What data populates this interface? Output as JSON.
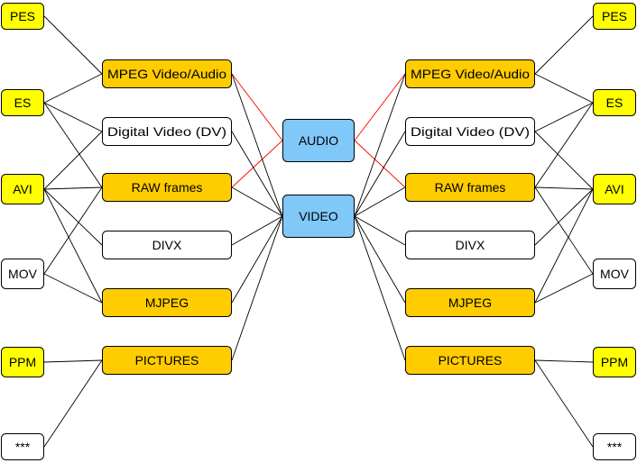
{
  "colors": {
    "format": "#ffff00",
    "codec": "#ffcc00",
    "plain": "#ffffff",
    "hub": "#80c8f8",
    "edge": "#000000",
    "audio_edge": "#ff0000"
  },
  "nodes": [
    {
      "id": "pes-left",
      "label": "PES",
      "fill": "format"
    },
    {
      "id": "es-left",
      "label": "ES",
      "fill": "format"
    },
    {
      "id": "avi-left",
      "label": "AVI",
      "fill": "format"
    },
    {
      "id": "mov-left",
      "label": "MOV",
      "fill": "plain"
    },
    {
      "id": "ppm-left",
      "label": "PPM",
      "fill": "format"
    },
    {
      "id": "more-left",
      "label": "***",
      "fill": "plain"
    },
    {
      "id": "mpeg-left",
      "label": "MPEG Video/Audio",
      "fill": "codec"
    },
    {
      "id": "dv-left",
      "label": "Digital Video (DV)",
      "fill": "plain"
    },
    {
      "id": "raw-left",
      "label": "RAW frames",
      "fill": "codec"
    },
    {
      "id": "divx-left",
      "label": "DIVX",
      "fill": "plain"
    },
    {
      "id": "mjpeg-left",
      "label": "MJPEG",
      "fill": "codec"
    },
    {
      "id": "pictures-left",
      "label": "PICTURES",
      "fill": "codec"
    },
    {
      "id": "audio",
      "label": "AUDIO",
      "fill": "hub"
    },
    {
      "id": "video",
      "label": "VIDEO",
      "fill": "hub"
    },
    {
      "id": "mpeg-right",
      "label": "MPEG Video/Audio",
      "fill": "codec"
    },
    {
      "id": "dv-right",
      "label": "Digital Video (DV)",
      "fill": "plain"
    },
    {
      "id": "raw-right",
      "label": "RAW frames",
      "fill": "codec"
    },
    {
      "id": "divx-right",
      "label": "DIVX",
      "fill": "plain"
    },
    {
      "id": "mjpeg-right",
      "label": "MJPEG",
      "fill": "codec"
    },
    {
      "id": "pictures-right",
      "label": "PICTURES",
      "fill": "codec"
    },
    {
      "id": "pes-right",
      "label": "PES",
      "fill": "format"
    },
    {
      "id": "es-right",
      "label": "ES",
      "fill": "format"
    },
    {
      "id": "avi-right",
      "label": "AVI",
      "fill": "format"
    },
    {
      "id": "mov-right",
      "label": "MOV",
      "fill": "plain"
    },
    {
      "id": "ppm-right",
      "label": "PPM",
      "fill": "format"
    },
    {
      "id": "more-right",
      "label": "***",
      "fill": "plain"
    }
  ],
  "edges": [
    {
      "from": "pes-left",
      "to": "mpeg-left"
    },
    {
      "from": "es-left",
      "to": "mpeg-left"
    },
    {
      "from": "es-left",
      "to": "dv-left"
    },
    {
      "from": "es-left",
      "to": "raw-left"
    },
    {
      "from": "avi-left",
      "to": "dv-left"
    },
    {
      "from": "avi-left",
      "to": "raw-left"
    },
    {
      "from": "avi-left",
      "to": "divx-left"
    },
    {
      "from": "avi-left",
      "to": "mjpeg-left"
    },
    {
      "from": "mov-left",
      "to": "raw-left"
    },
    {
      "from": "mov-left",
      "to": "mjpeg-left"
    },
    {
      "from": "ppm-left",
      "to": "pictures-left"
    },
    {
      "from": "more-left",
      "to": "pictures-left"
    },
    {
      "from": "mpeg-left",
      "to": "audio",
      "kind": "audio"
    },
    {
      "from": "raw-left",
      "to": "audio",
      "kind": "audio"
    },
    {
      "from": "mpeg-left",
      "to": "video"
    },
    {
      "from": "dv-left",
      "to": "video"
    },
    {
      "from": "raw-left",
      "to": "video"
    },
    {
      "from": "divx-left",
      "to": "video"
    },
    {
      "from": "mjpeg-left",
      "to": "video"
    },
    {
      "from": "pictures-left",
      "to": "video"
    },
    {
      "from": "audio",
      "to": "mpeg-right",
      "kind": "audio"
    },
    {
      "from": "audio",
      "to": "raw-right",
      "kind": "audio"
    },
    {
      "from": "video",
      "to": "mpeg-right"
    },
    {
      "from": "video",
      "to": "dv-right"
    },
    {
      "from": "video",
      "to": "raw-right"
    },
    {
      "from": "video",
      "to": "divx-right"
    },
    {
      "from": "video",
      "to": "mjpeg-right"
    },
    {
      "from": "video",
      "to": "pictures-right"
    },
    {
      "from": "mpeg-right",
      "to": "pes-right"
    },
    {
      "from": "mpeg-right",
      "to": "es-right"
    },
    {
      "from": "dv-right",
      "to": "es-right"
    },
    {
      "from": "dv-right",
      "to": "avi-right"
    },
    {
      "from": "raw-right",
      "to": "es-right"
    },
    {
      "from": "raw-right",
      "to": "avi-right"
    },
    {
      "from": "raw-right",
      "to": "mov-right"
    },
    {
      "from": "divx-right",
      "to": "avi-right"
    },
    {
      "from": "mjpeg-right",
      "to": "avi-right"
    },
    {
      "from": "mjpeg-right",
      "to": "mov-right"
    },
    {
      "from": "pictures-right",
      "to": "ppm-right"
    },
    {
      "from": "pictures-right",
      "to": "more-right"
    }
  ]
}
